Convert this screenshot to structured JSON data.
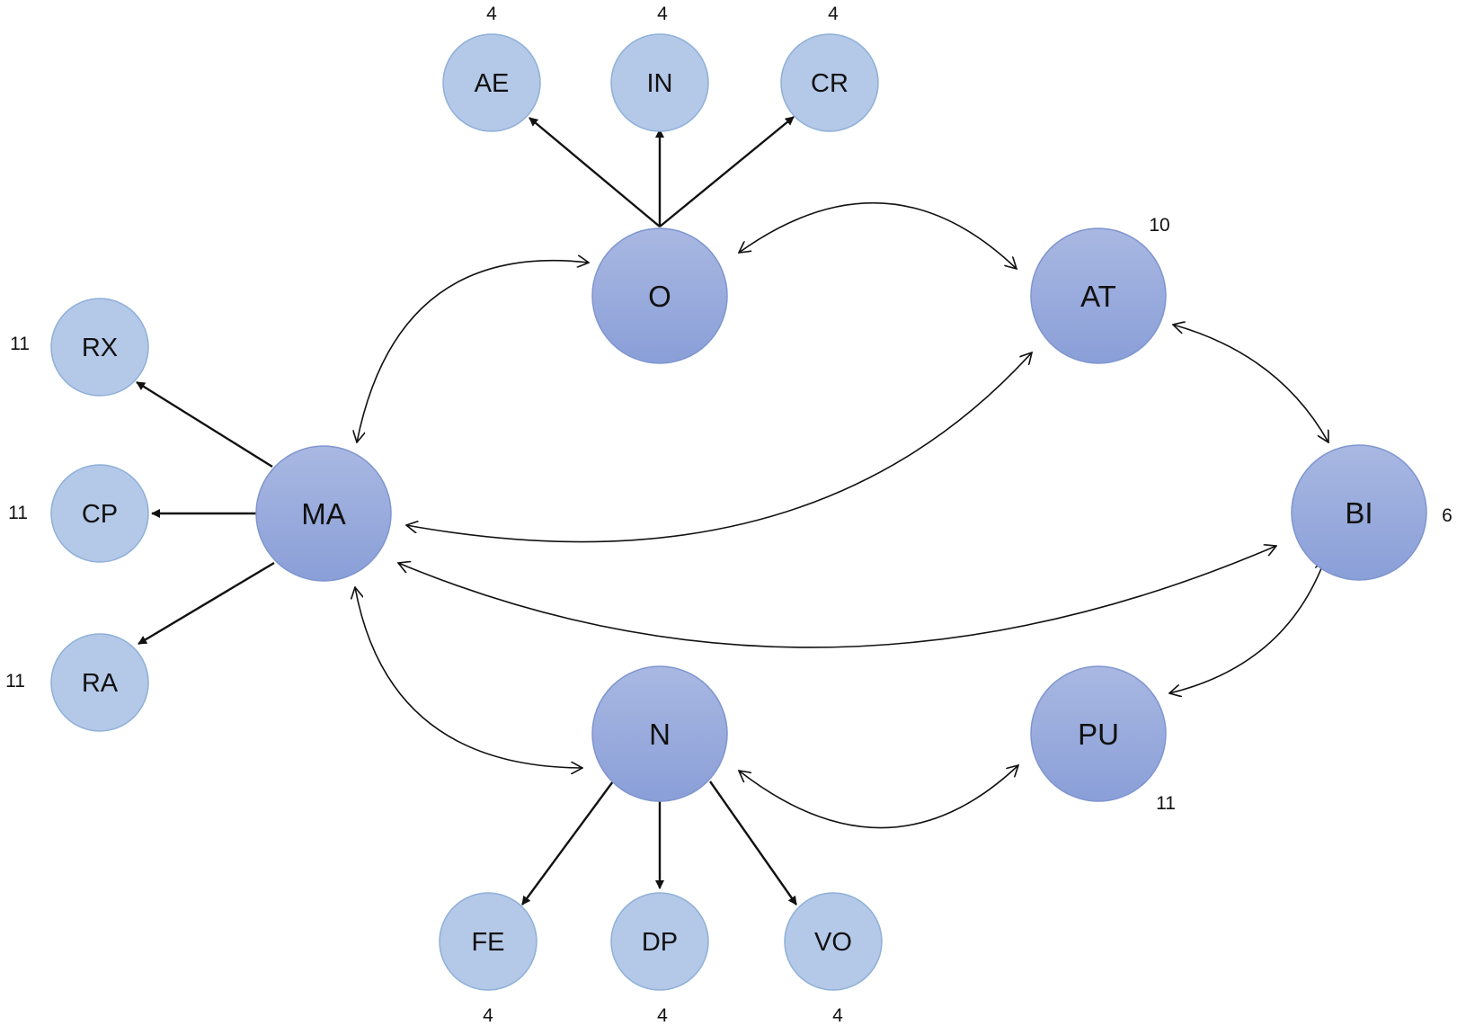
{
  "diagram": {
    "colors": {
      "minor_fill": "#b4c8e8",
      "minor_stroke": "#8fb0d8",
      "major_fill_top": "#a9b8e2",
      "major_fill_bottom": "#8a9fd8",
      "major_stroke": "#7f95cf",
      "edge": "#111111"
    },
    "nodes": {
      "O": {
        "label": "O",
        "count": ""
      },
      "AT": {
        "label": "AT",
        "count": "10"
      },
      "MA": {
        "label": "MA",
        "count": ""
      },
      "BI": {
        "label": "BI",
        "count": "6"
      },
      "N": {
        "label": "N",
        "count": ""
      },
      "PU": {
        "label": "PU",
        "count": "11"
      },
      "AE": {
        "label": "AE",
        "count": "4"
      },
      "IN": {
        "label": "IN",
        "count": "4"
      },
      "CR": {
        "label": "CR",
        "count": "4"
      },
      "RX": {
        "label": "RX",
        "count": "11"
      },
      "CP": {
        "label": "CP",
        "count": "11"
      },
      "RA": {
        "label": "RA",
        "count": "11"
      },
      "FE": {
        "label": "FE",
        "count": "4"
      },
      "DP": {
        "label": "DP",
        "count": "4"
      },
      "VO": {
        "label": "VO",
        "count": "4"
      }
    },
    "edges": [
      {
        "from": "O",
        "to": "AE",
        "type": "directed"
      },
      {
        "from": "O",
        "to": "IN",
        "type": "directed"
      },
      {
        "from": "O",
        "to": "CR",
        "type": "directed"
      },
      {
        "from": "MA",
        "to": "RX",
        "type": "directed"
      },
      {
        "from": "MA",
        "to": "CP",
        "type": "directed"
      },
      {
        "from": "MA",
        "to": "RA",
        "type": "directed"
      },
      {
        "from": "N",
        "to": "FE",
        "type": "directed"
      },
      {
        "from": "N",
        "to": "DP",
        "type": "directed"
      },
      {
        "from": "N",
        "to": "VO",
        "type": "directed"
      },
      {
        "from": "O",
        "to": "AT",
        "type": "bidirectional"
      },
      {
        "from": "O",
        "to": "MA",
        "type": "bidirectional"
      },
      {
        "from": "AT",
        "to": "MA",
        "type": "bidirectional"
      },
      {
        "from": "AT",
        "to": "BI",
        "type": "bidirectional"
      },
      {
        "from": "BI",
        "to": "MA",
        "type": "bidirectional"
      },
      {
        "from": "MA",
        "to": "N",
        "type": "bidirectional"
      },
      {
        "from": "BI",
        "to": "PU",
        "type": "bidirectional"
      },
      {
        "from": "N",
        "to": "PU",
        "type": "bidirectional"
      }
    ]
  }
}
